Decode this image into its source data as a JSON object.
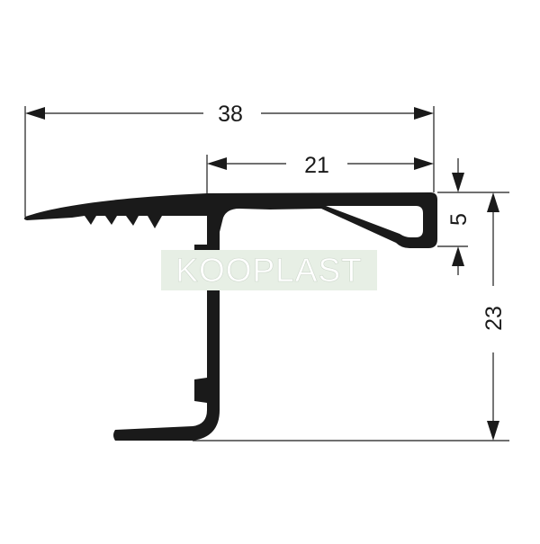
{
  "dimensions": {
    "overall_width": "38",
    "top_width": "21",
    "lip_height": "5",
    "total_height": "23"
  },
  "watermark": {
    "text": "KOOPLAST"
  },
  "colors": {
    "profile": "#1a1a1a",
    "dimension_line": "#1a1a1a",
    "watermark_bg": "#e7efe5",
    "watermark_text": "#ffffff",
    "background": "#ffffff"
  }
}
